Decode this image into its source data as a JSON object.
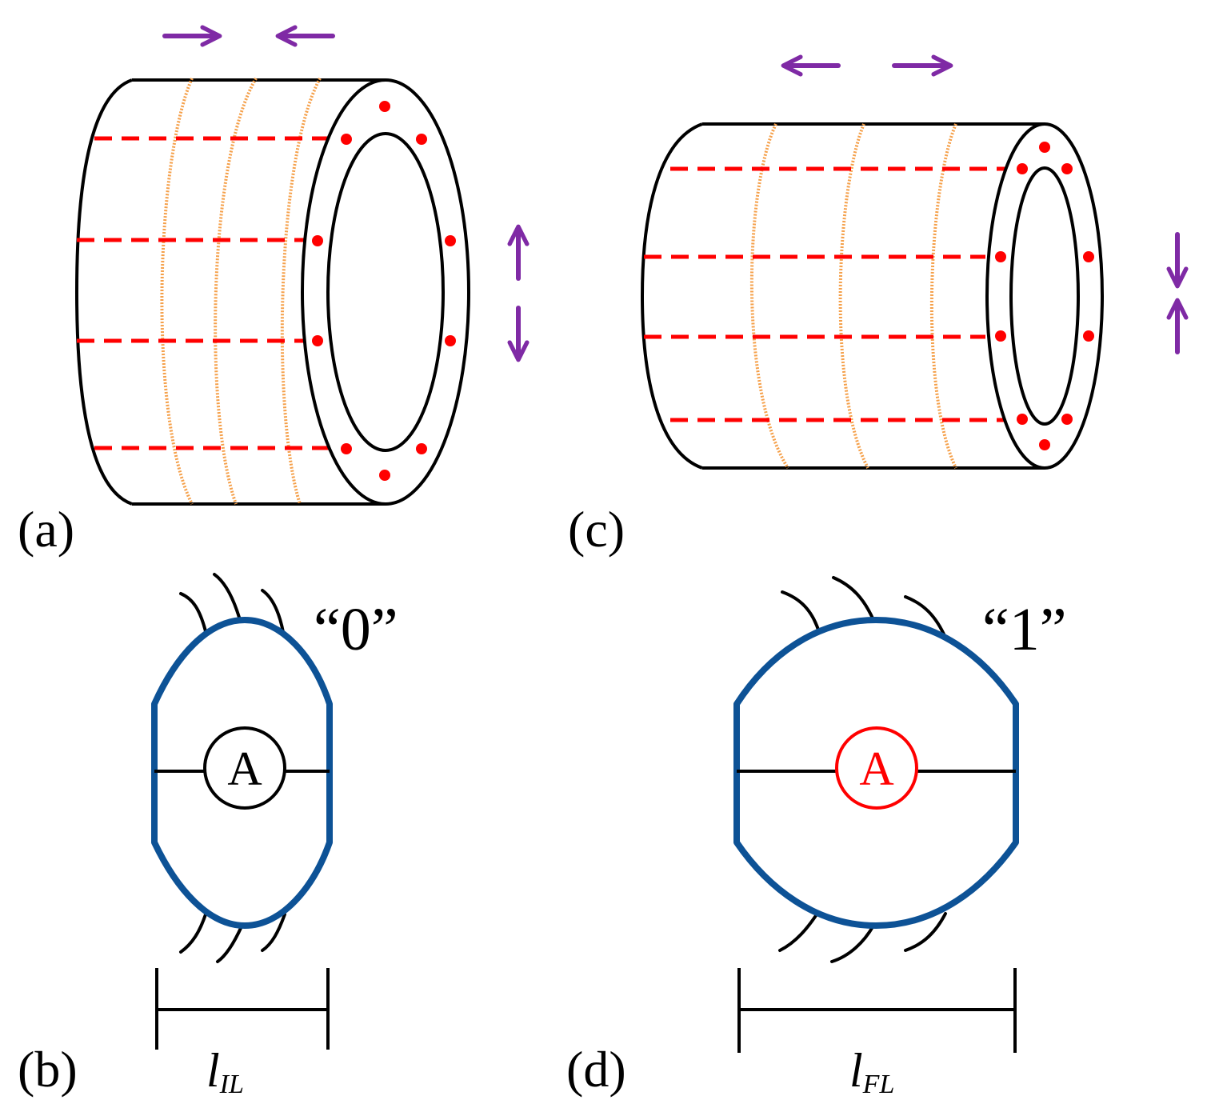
{
  "panels": {
    "a": {
      "label": "(a)"
    },
    "b": {
      "label": "(b)",
      "state": "“0”",
      "meter": "A",
      "length_main": "l",
      "length_sub": "IL"
    },
    "c": {
      "label": "(c)"
    },
    "d": {
      "label": "(d)",
      "state": "“1”",
      "meter": "A",
      "length_main": "l",
      "length_sub": "FL"
    }
  },
  "colors": {
    "outline": "#000000",
    "red": "#ff0000",
    "orange": "#f5a04a",
    "arrow": "#7f2aa5",
    "membrane": "#0d5296",
    "meter_off": "#000000",
    "meter_on": "#ff0000"
  }
}
